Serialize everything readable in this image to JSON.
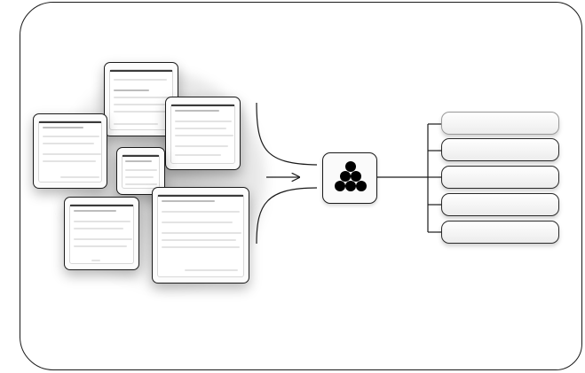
{
  "diagram": {
    "source_documents": [
      "doc-1",
      "doc-2",
      "doc-3",
      "doc-4",
      "doc-5",
      "doc-6"
    ],
    "hub_icon": "stacked-spheres-icon",
    "output_items": [
      "output-1",
      "output-2",
      "output-3",
      "output-4",
      "output-5"
    ]
  }
}
